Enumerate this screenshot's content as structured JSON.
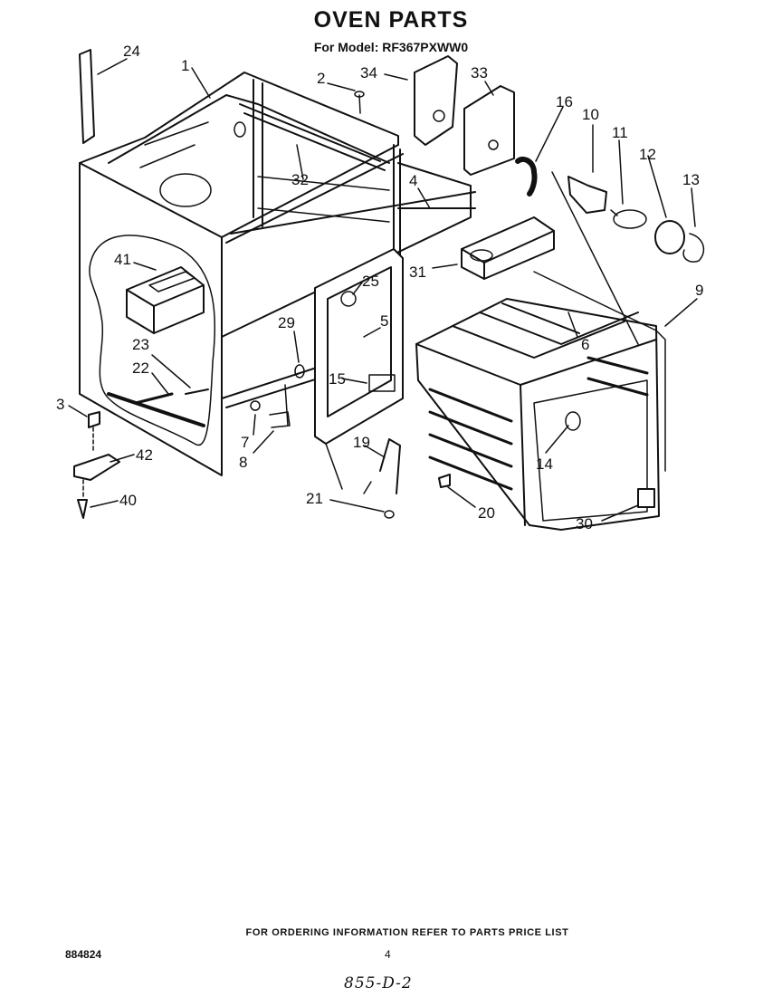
{
  "title": "OVEN PARTS",
  "subtitle": "For Model: RF367PXWW0",
  "footer": {
    "note": "FOR ORDERING INFORMATION REFER TO PARTS PRICE LIST",
    "doc_number": "884824",
    "page_number": "4",
    "handwritten": "855-D-2"
  },
  "callouts": [
    "1",
    "2",
    "3",
    "4",
    "5",
    "6",
    "7",
    "8",
    "9",
    "10",
    "11",
    "12",
    "13",
    "14",
    "15",
    "16",
    "19",
    "20",
    "21",
    "22",
    "23",
    "24",
    "25",
    "29",
    "30",
    "31",
    "32",
    "33",
    "34",
    "40",
    "41",
    "42"
  ]
}
